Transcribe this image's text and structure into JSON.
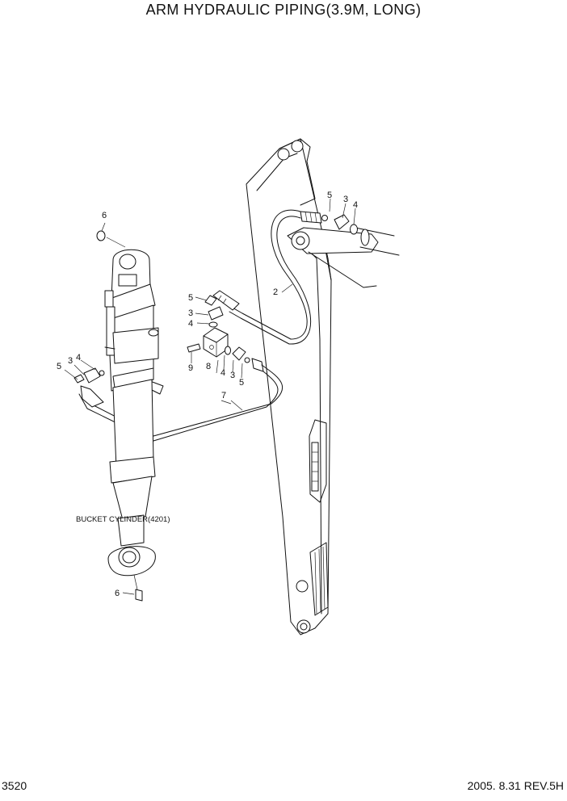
{
  "header": {
    "title": "ARM HYDRAULIC PIPING(3.9M, LONG)"
  },
  "footer": {
    "page_number": "3520",
    "revision": "2005. 8.31  REV.5H"
  },
  "diagram": {
    "component_caption": "BUCKET CYLINDER(4201)",
    "callouts": {
      "arm_5": "5",
      "arm_3": "3",
      "arm_4": "4",
      "hose_2": "2",
      "top_6": "6",
      "mid_5": "5",
      "mid_3": "3",
      "mid_4": "4",
      "block_9": "9",
      "block_8": "8",
      "block_4b": "4",
      "block_3b": "3",
      "block_5b": "5",
      "left_3": "3",
      "left_4": "4",
      "left_5": "5",
      "hose_7": "7",
      "bot_6": "6"
    }
  }
}
